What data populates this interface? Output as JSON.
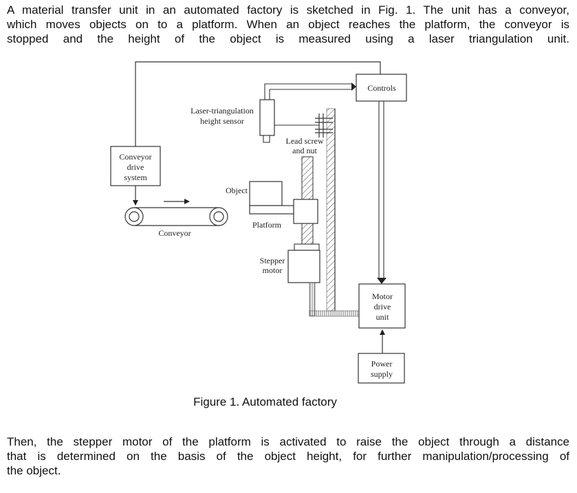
{
  "intro_lines": [
    "A material transfer unit in an automated factory is sketched in Fig. 1. The unit has a conveyor,",
    "which moves objects on to a platform. When an object reaches the platform, the conveyor is",
    "stopped and the height of the object is measured using a laser triangulation unit."
  ],
  "figure": {
    "labels": {
      "controls": "Controls",
      "sensor_line1": "Laser-triangulation",
      "sensor_line2": "height sensor",
      "lead_screw_line1": "Lead screw",
      "lead_screw_line2": "and nut",
      "conveyor_drive_line1": "Conveyor",
      "conveyor_drive_line2": "drive",
      "conveyor_drive_line3": "system",
      "object": "Object",
      "platform": "Platform",
      "conveyor": "Conveyor",
      "stepper_line1": "Stepper",
      "stepper_line2": "motor",
      "motor_drive_line1": "Motor",
      "motor_drive_line2": "drive",
      "motor_drive_line3": "unit",
      "power_line1": "Power",
      "power_line2": "supply"
    },
    "caption": "Figure 1.  Automated factory"
  },
  "outro_lines": [
    "Then, the stepper motor of the platform is activated to raise the object through a distance",
    "that is determined on the basis of the object height, for further manipulation/processing of",
    "the object."
  ]
}
